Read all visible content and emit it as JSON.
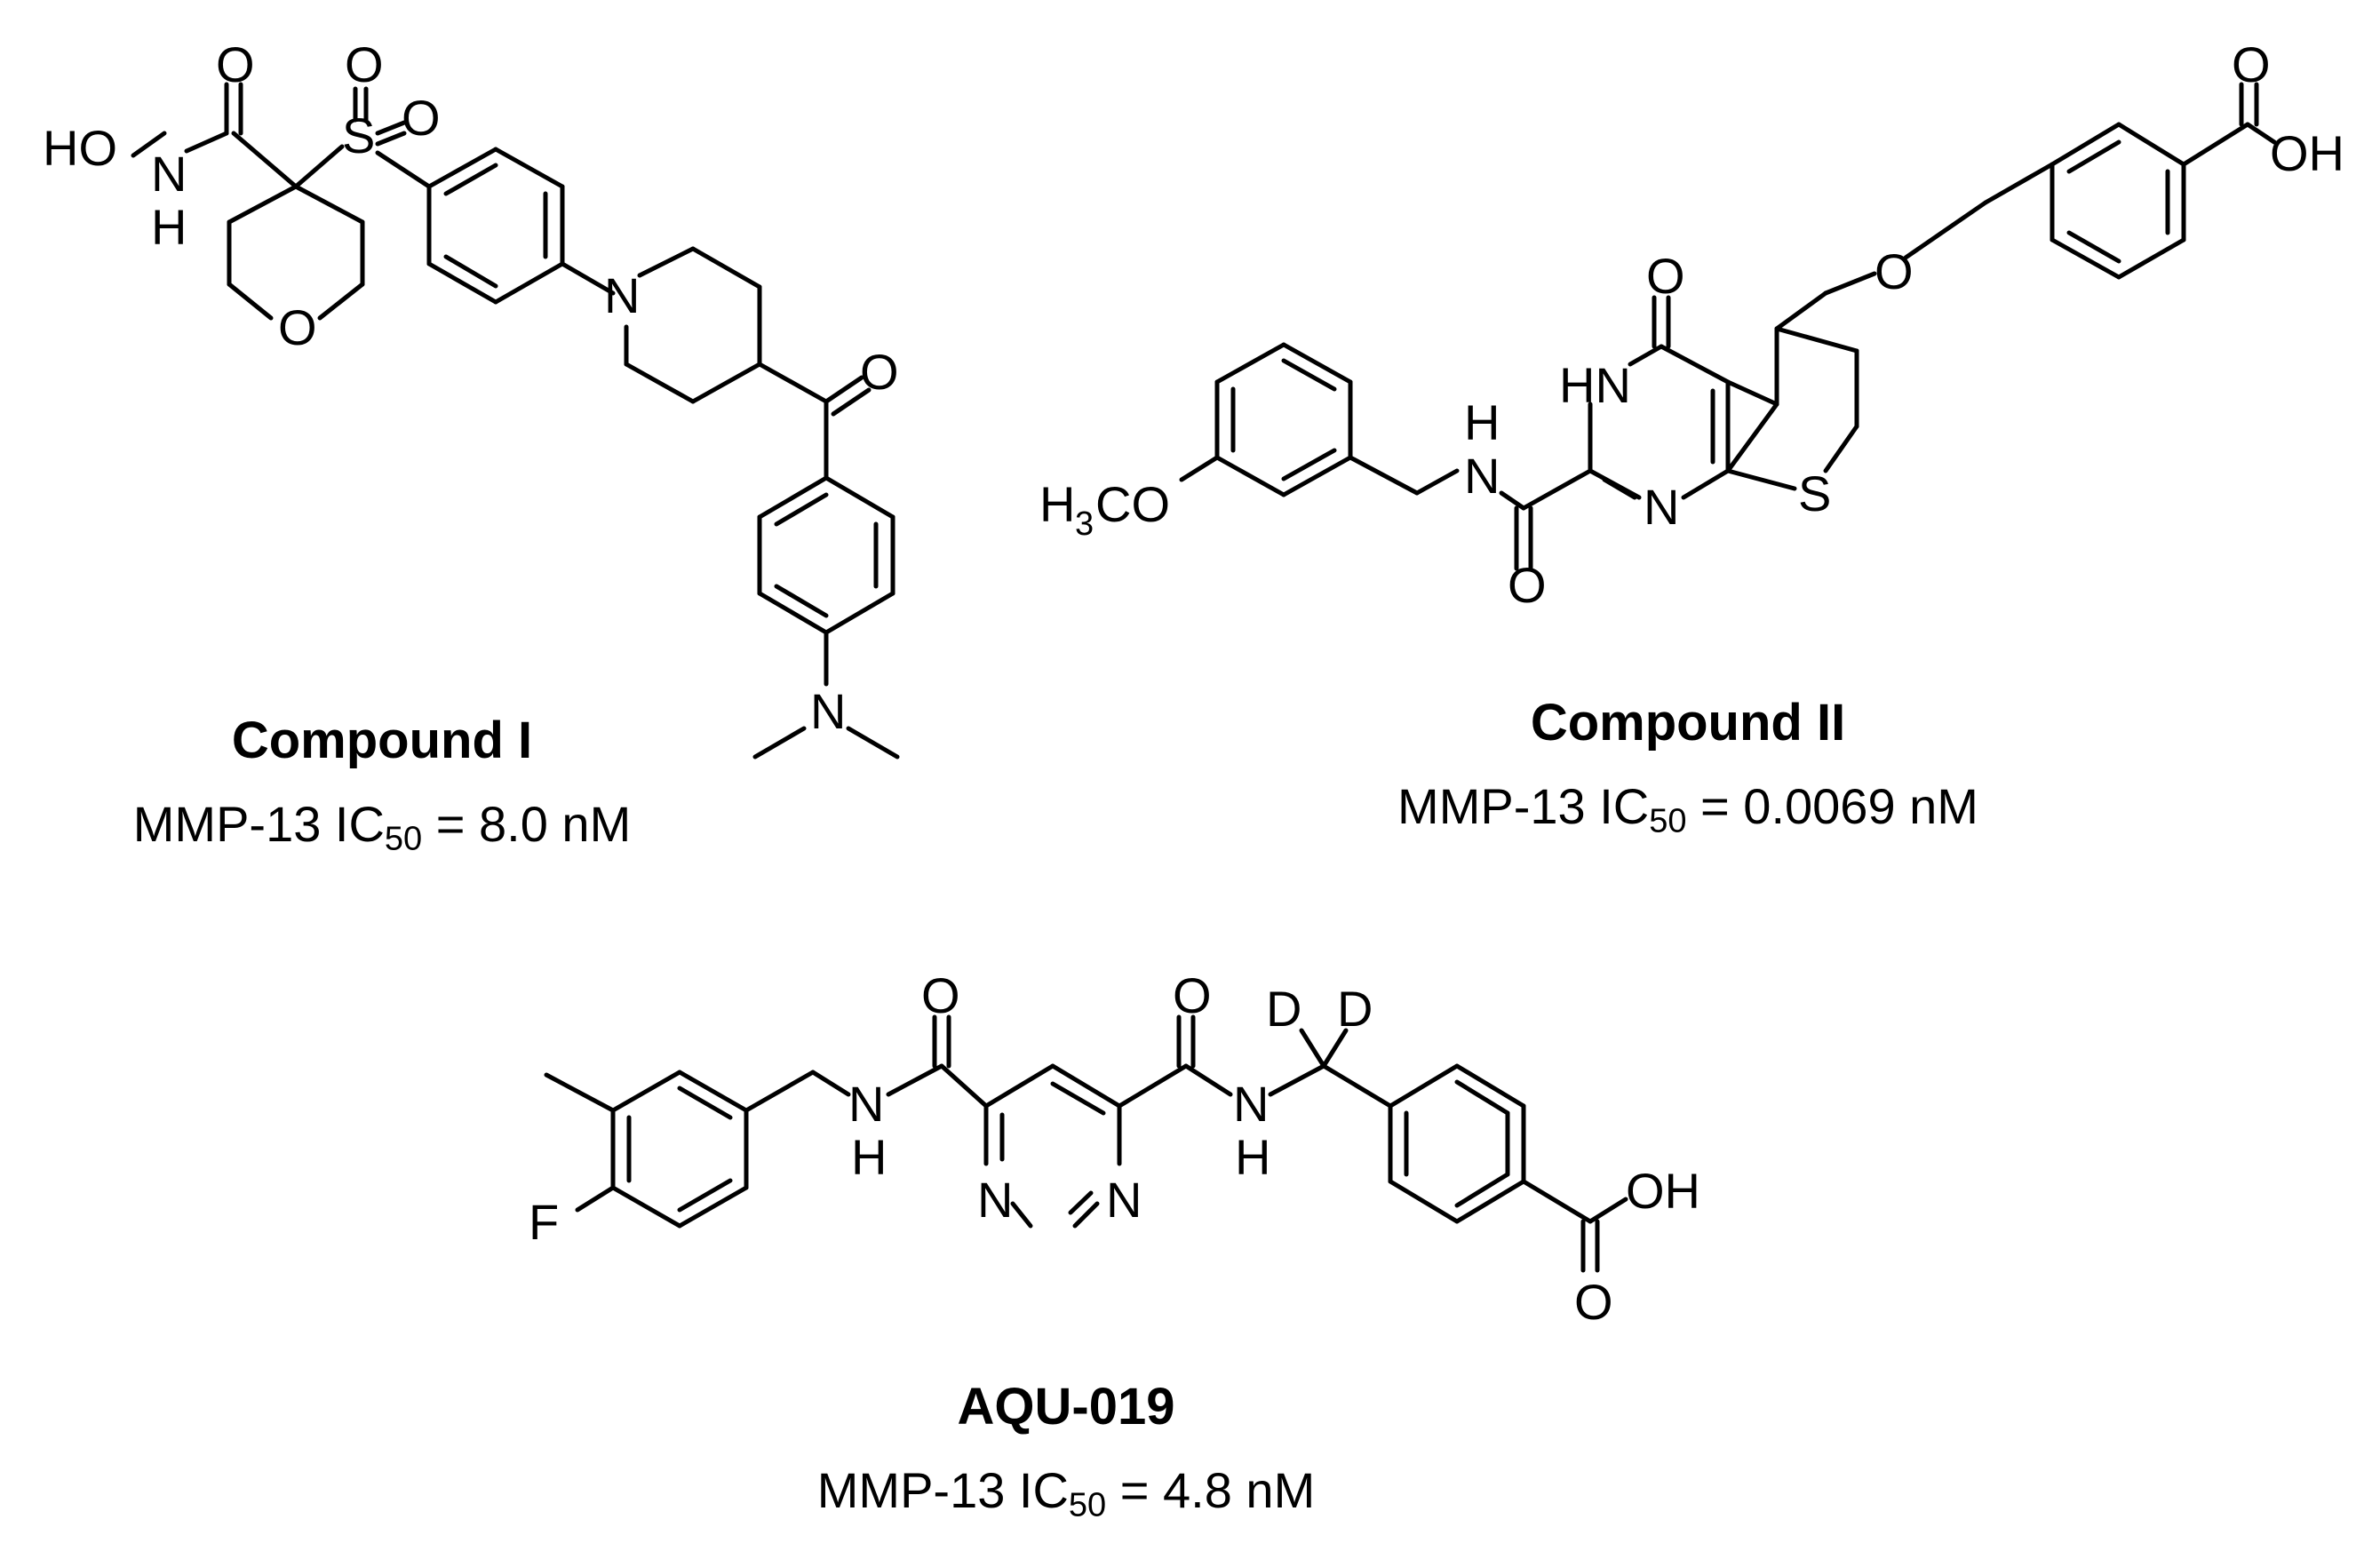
{
  "compounds": [
    {
      "name": "Compound I",
      "activity_prefix": "MMP-13 IC",
      "activity_sub": "50",
      "activity_suffix": " = 8.0 nM",
      "atom_labels": [
        "O",
        "O",
        "S",
        "O",
        "HO",
        "N",
        "H",
        "O",
        "N",
        "O",
        "N"
      ]
    },
    {
      "name": "Compound II",
      "activity_prefix": "MMP-13 IC",
      "activity_sub": "50",
      "activity_suffix": " = 0.0069 nM",
      "atom_labels": [
        "O",
        "OH",
        "O",
        "O",
        "HN",
        "H",
        "N",
        "H",
        "3",
        "CO",
        "N",
        "S",
        "O"
      ]
    },
    {
      "name": "AQU-019",
      "activity_prefix": "MMP-13 IC",
      "activity_sub": "50",
      "activity_suffix": " = 4.8 nM",
      "atom_labels": [
        "O",
        "O",
        "D",
        "D",
        "F",
        "N",
        "H",
        "N",
        "N",
        "N",
        "H",
        "OH",
        "O"
      ]
    }
  ]
}
